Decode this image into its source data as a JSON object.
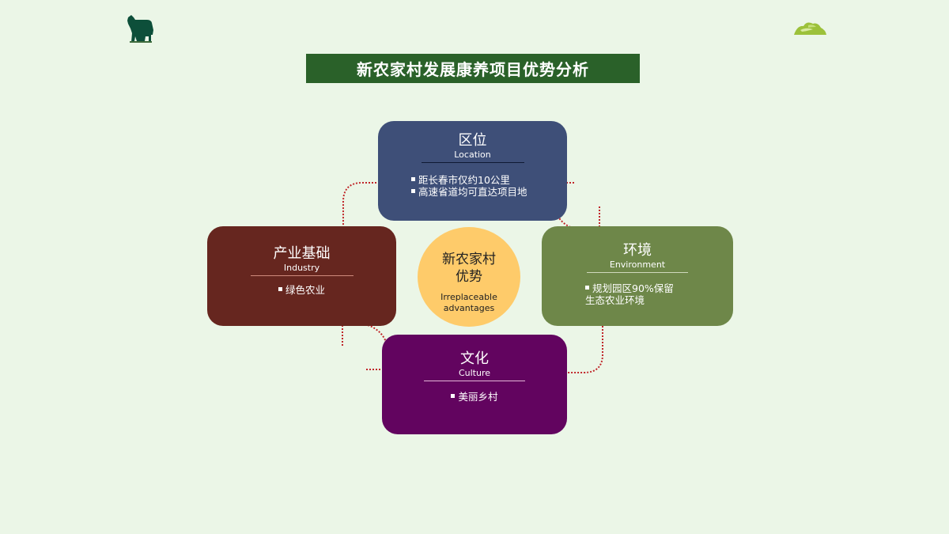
{
  "slide": {
    "title": "新农家村发展康养项目优势分析",
    "background_color": "#ebf6e7",
    "title_bar_color": "#2a6129"
  },
  "icons": {
    "top_left": "cow-icon",
    "top_right": "hill-icon"
  },
  "center": {
    "title_line1": "新农家村",
    "title_line2": "优势",
    "subtitle_line1": "Irreplaceable",
    "subtitle_line2": "advantages",
    "color": "#fecb6a"
  },
  "cards": {
    "location": {
      "title": "区位",
      "subtitle": "Location",
      "items": [
        "距长春市仅约10公里",
        "高速省道均可直达项目地"
      ],
      "color": "#3e4f78"
    },
    "industry": {
      "title": "产业基础",
      "subtitle": "Industry",
      "items": [
        "绿色农业"
      ],
      "color": "#66261f"
    },
    "environment": {
      "title": "环境",
      "subtitle": "Environment",
      "items_line1": "规划园区90%保留",
      "items_line2": "生态农业环境",
      "color": "#6e8749"
    },
    "culture": {
      "title": "文化",
      "subtitle": "Culture",
      "items": [
        "美丽乡村"
      ],
      "color": "#62045f"
    }
  },
  "connector_color": "#c0262a"
}
